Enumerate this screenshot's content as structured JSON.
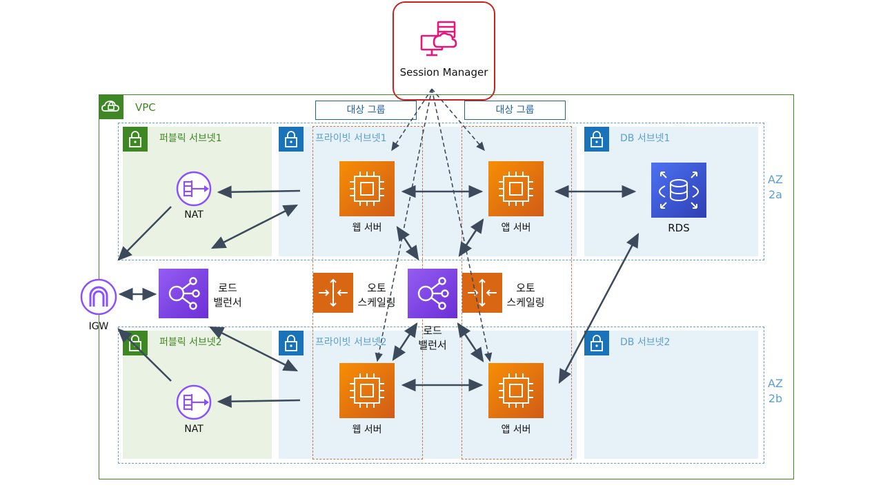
{
  "session_manager": {
    "label": "Session Manager"
  },
  "vpc": {
    "label": "VPC"
  },
  "target_groups": [
    {
      "label": "대상 그룹"
    },
    {
      "label": "대상 그룹"
    }
  ],
  "subnets": {
    "public1": "퍼블릭 서브넷1",
    "private1": "프라이빗 서브넷1",
    "db1": "DB 서브넷1",
    "public2": "퍼블릭 서브넷2",
    "private2": "프라이빗 서브넷2",
    "db2": "DB 서브넷2"
  },
  "availability_zones": {
    "a": {
      "line1": "AZ",
      "line2": "2a"
    },
    "b": {
      "line1": "AZ",
      "line2": "2b"
    }
  },
  "nodes": {
    "nat1": "NAT",
    "nat2": "NAT",
    "igw": "IGW",
    "web1": "웹 서버",
    "web2": "웹 서버",
    "app1": "앱 서버",
    "app2": "앱 서버",
    "rds": "RDS",
    "elb_public": {
      "line1": "로드",
      "line2": "밸런서"
    },
    "elb_internal": {
      "line1": "로드",
      "line2": "밸런서"
    },
    "asg_web": {
      "line1": "오토",
      "line2": "스케일링"
    },
    "asg_app": {
      "line1": "오토",
      "line2": "스케일링"
    }
  },
  "colors": {
    "vpc": "#3f8624",
    "private_subnet": "#1a73b8",
    "ec2": "#ed7100",
    "elb": "#8c4fff",
    "rds": "#3b48cc",
    "session_manager": "#e7157b",
    "highlight": "#cc1f1f",
    "arrow": "#3d4a5c",
    "target_group": "#c8714a"
  }
}
